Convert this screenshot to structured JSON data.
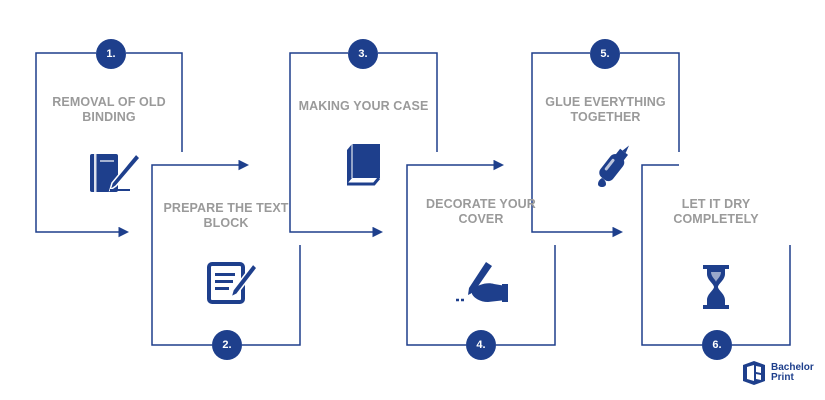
{
  "steps": [
    {
      "number": "1.",
      "title_line1": "REMOVAL OF OLD",
      "title_line2": "BINDING",
      "icon": "book-pen-icon"
    },
    {
      "number": "2.",
      "title_line1": "PREPARE THE TEXT",
      "title_line2": "BLOCK",
      "icon": "document-edit-icon"
    },
    {
      "number": "3.",
      "title_line1": "MAKING YOUR CASE",
      "title_line2": "",
      "icon": "hardcover-book-icon"
    },
    {
      "number": "4.",
      "title_line1": "DECORATE YOUR",
      "title_line2": "COVER",
      "icon": "hand-writing-icon"
    },
    {
      "number": "5.",
      "title_line1": "GLUE EVERYTHING",
      "title_line2": "TOGETHER",
      "icon": "glue-bottle-icon"
    },
    {
      "number": "6.",
      "title_line1": "LET IT DRY",
      "title_line2": "COMPLETELY",
      "icon": "hourglass-icon"
    }
  ],
  "brand": {
    "line1": "Bachelor",
    "line2": "Print",
    "icon": "bachelorprint-logo-icon"
  },
  "colors": {
    "primary": "#1e3f8c",
    "text": "#9a9a9a",
    "background": "#ffffff"
  }
}
